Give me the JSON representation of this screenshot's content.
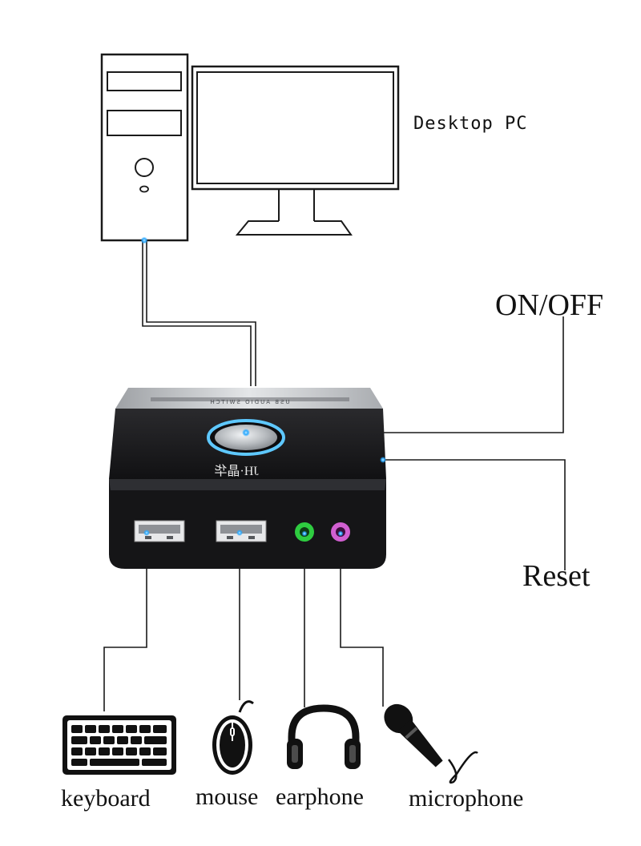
{
  "labels": {
    "desktop_pc": "Desktop PC",
    "on_off": "ON/OFF",
    "reset": "Reset",
    "keyboard": "keyboard",
    "mouse": "mouse",
    "earphone": "earphone",
    "microphone": "microphone"
  },
  "device": {
    "brand": "JH·晶华",
    "top_strip_text": "USB AUDIO SWITCH"
  },
  "colors": {
    "line": "#1a1a1a",
    "device_body": "#1b1b1d",
    "device_top": "#bfc1c4",
    "power_ring": "#5ec8ff",
    "earphone_jack": "#2ecc40",
    "microphone_jack": "#d15fd1",
    "led": "#29a8ff"
  }
}
